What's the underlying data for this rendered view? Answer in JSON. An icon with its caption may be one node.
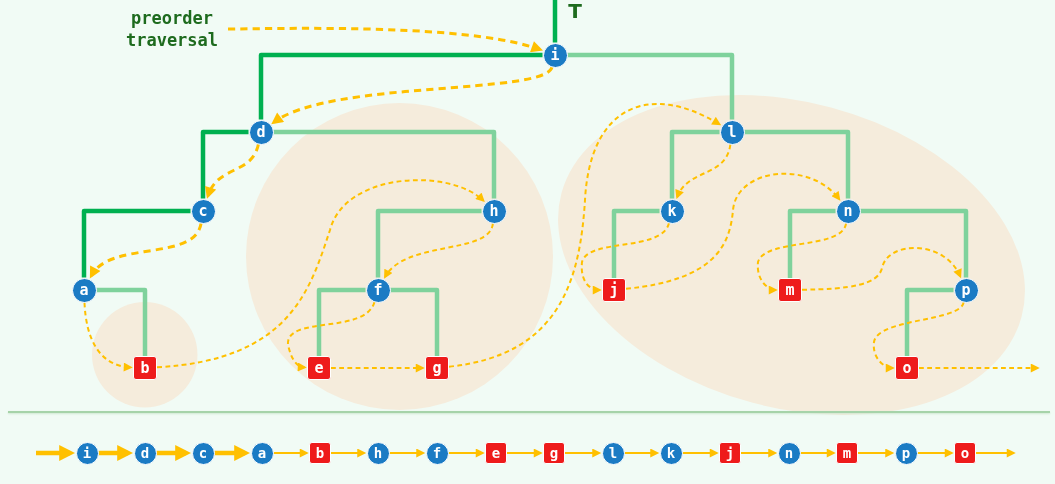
{
  "diagram": {
    "nodes": [
      {
        "text": [
          "preorder traversal"
        ]
      },
      {
        "text": [
          "i"
        ]
      },
      {
        "text": [
          "d"
        ]
      },
      {
        "text": [],
        "shape": "circle"
      },
      {
        "text": [],
        "shape": "ellipse"
      },
      {
        "text": [
          "l"
        ],
        "in": 4
      },
      {
        "text": [
          "c"
        ]
      },
      {
        "text": [
          "h"
        ],
        "in": 3
      },
      {
        "text": [
          "k"
        ],
        "in": 4
      },
      {
        "text": [
          "n"
        ],
        "in": 4
      },
      {
        "text": [
          "a"
        ]
      },
      {
        "text": [
          "f"
        ],
        "in": 3
      },
      {
        "text": [
          "j"
        ],
        "in": 4
      },
      {
        "text": [
          "m"
        ],
        "in": 4
      },
      {
        "text": [
          "p"
        ],
        "in": 4
      },
      {
        "text": [],
        "shape": "circle"
      },
      {
        "text": [
          "b"
        ],
        "in": 15
      },
      {
        "text": [
          "e"
        ],
        "in": 3
      },
      {
        "text": [
          "g"
        ],
        "in": 3
      },
      {
        "text": [
          "o"
        ],
        "in": 4
      },
      {
        "text": [
          "i"
        ]
      },
      {
        "text": [
          "d"
        ]
      },
      {
        "text": [
          "c"
        ]
      },
      {
        "text": [
          "a"
        ]
      },
      {
        "text": [
          "b"
        ]
      },
      {
        "text": [
          "h"
        ]
      },
      {
        "text": [
          "f"
        ]
      },
      {
        "text": [
          "e"
        ]
      },
      {
        "text": [
          "g"
        ]
      },
      {
        "text": [
          "l"
        ]
      },
      {
        "text": [
          "k"
        ]
      },
      {
        "text": [
          "j"
        ]
      },
      {
        "text": [
          "n"
        ]
      },
      {
        "text": [
          "m"
        ]
      },
      {
        "text": [
          "p"
        ]
      },
      {
        "text": [
          "o"
        ]
      }
    ],
    "edges": [
      {
        "from": null,
        "to": 1,
        "arrow": "none",
        "style": "thick",
        "color": "#00b050",
        "label": "T"
      },
      {
        "from": 1,
        "to": 2,
        "arrow": "none",
        "style": "thick",
        "color": "#00b050"
      },
      {
        "from": 1,
        "to": 5,
        "arrow": "none",
        "style": "thick",
        "color": "#7fd29c"
      },
      {
        "from": 2,
        "to": 6,
        "arrow": "none",
        "style": "thick",
        "color": "#00b050"
      },
      {
        "from": 2,
        "to": 7,
        "arrow": "none",
        "style": "thick",
        "color": "#7fd29c"
      },
      {
        "from": 6,
        "to": 10,
        "arrow": "none",
        "style": "thick",
        "color": "#00b050"
      },
      {
        "from": 10,
        "to": 16,
        "arrow": "none",
        "style": "thick",
        "color": "#7fd29c"
      },
      {
        "from": 7,
        "to": 11,
        "arrow": "none",
        "style": "thick",
        "color": "#7fd29c"
      },
      {
        "from": 11,
        "to": 17,
        "arrow": "none",
        "style": "thick",
        "color": "#7fd29c"
      },
      {
        "from": 11,
        "to": 18,
        "arrow": "none",
        "style": "thick",
        "color": "#7fd29c"
      },
      {
        "from": 5,
        "to": 8,
        "arrow": "none",
        "style": "thick",
        "color": "#7fd29c"
      },
      {
        "from": 5,
        "to": 9,
        "arrow": "none",
        "style": "thick",
        "color": "#7fd29c"
      },
      {
        "from": 8,
        "to": 12,
        "arrow": "none",
        "style": "thick",
        "color": "#7fd29c"
      },
      {
        "from": 9,
        "to": 13,
        "arrow": "none",
        "style": "thick",
        "color": "#7fd29c"
      },
      {
        "from": 9,
        "to": 14,
        "arrow": "none",
        "style": "thick",
        "color": "#7fd29c"
      },
      {
        "from": 14,
        "to": 19,
        "arrow": "none",
        "style": "thick",
        "color": "#7fd29c"
      },
      {
        "from": 0,
        "to": 1,
        "arrow": "to",
        "style": "dashed"
      },
      {
        "from": 1,
        "to": 2,
        "arrow": "to",
        "style": "dashed"
      },
      {
        "from": 2,
        "to": 6,
        "arrow": "to",
        "style": "dashed"
      },
      {
        "from": 6,
        "to": 10,
        "arrow": "to",
        "style": "dashed"
      },
      {
        "from": 10,
        "to": 16,
        "arrow": "to",
        "style": "dashed"
      },
      {
        "from": 16,
        "to": 7,
        "arrow": "to",
        "style": "dashed"
      },
      {
        "from": 7,
        "to": 11,
        "arrow": "to",
        "style": "dashed"
      },
      {
        "from": 11,
        "to": 17,
        "arrow": "to",
        "style": "dashed"
      },
      {
        "from": 17,
        "to": 18,
        "arrow": "to",
        "style": "dashed"
      },
      {
        "from": 18,
        "to": 5,
        "arrow": "to",
        "style": "dashed"
      },
      {
        "from": 5,
        "to": 8,
        "arrow": "to",
        "style": "dashed"
      },
      {
        "from": 8,
        "to": 12,
        "arrow": "to",
        "style": "dashed"
      },
      {
        "from": 12,
        "to": 9,
        "arrow": "to",
        "style": "dashed"
      },
      {
        "from": 9,
        "to": 13,
        "arrow": "to",
        "style": "dashed"
      },
      {
        "from": 13,
        "to": 14,
        "arrow": "to",
        "style": "dashed"
      },
      {
        "from": 14,
        "to": 19,
        "arrow": "to",
        "style": "dashed"
      },
      {
        "from": 19,
        "to": null,
        "arrow": "to",
        "style": "dashed"
      },
      {
        "from": null,
        "to": 20,
        "arrow": "to",
        "style": "thick"
      },
      {
        "from": 20,
        "to": 21,
        "arrow": "to",
        "style": "thick"
      },
      {
        "from": 21,
        "to": 22,
        "arrow": "to",
        "style": "thick"
      },
      {
        "from": 22,
        "to": 23,
        "arrow": "to",
        "style": "thick"
      },
      {
        "from": 23,
        "to": 24,
        "arrow": "to"
      },
      {
        "from": 24,
        "to": 25,
        "arrow": "to"
      },
      {
        "from": 25,
        "to": 26,
        "arrow": "to"
      },
      {
        "from": 26,
        "to": 27,
        "arrow": "to"
      },
      {
        "from": 27,
        "to": 28,
        "arrow": "to"
      },
      {
        "from": 28,
        "to": 29,
        "arrow": "to"
      },
      {
        "from": 29,
        "to": 30,
        "arrow": "to"
      },
      {
        "from": 30,
        "to": 31,
        "arrow": "to"
      },
      {
        "from": 31,
        "to": 32,
        "arrow": "to"
      },
      {
        "from": 32,
        "to": 33,
        "arrow": "to"
      },
      {
        "from": 33,
        "to": 34,
        "arrow": "to"
      },
      {
        "from": 34,
        "to": 35,
        "arrow": "to"
      },
      {
        "from": 35,
        "to": null,
        "arrow": "to"
      }
    ]
  }
}
